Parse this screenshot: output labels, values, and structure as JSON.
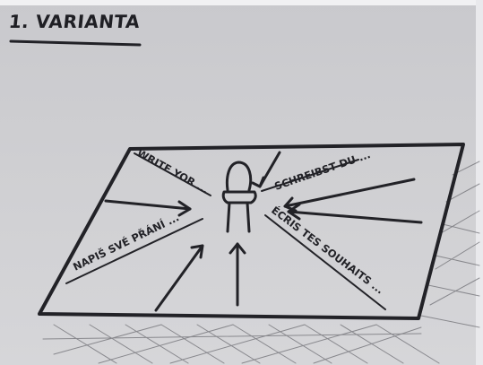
{
  "heading": "1. VARIANTA",
  "labels": {
    "english": "WRITE YOR ...",
    "czech": "NAPIŠ SVÉ PŘÁNÍ ...",
    "german": "SCHREIBST DU ...",
    "french": "ÉCRIS TES SOUHAITS ..."
  },
  "colors": {
    "ink": "#222227",
    "paper": "#cdcdd0"
  }
}
